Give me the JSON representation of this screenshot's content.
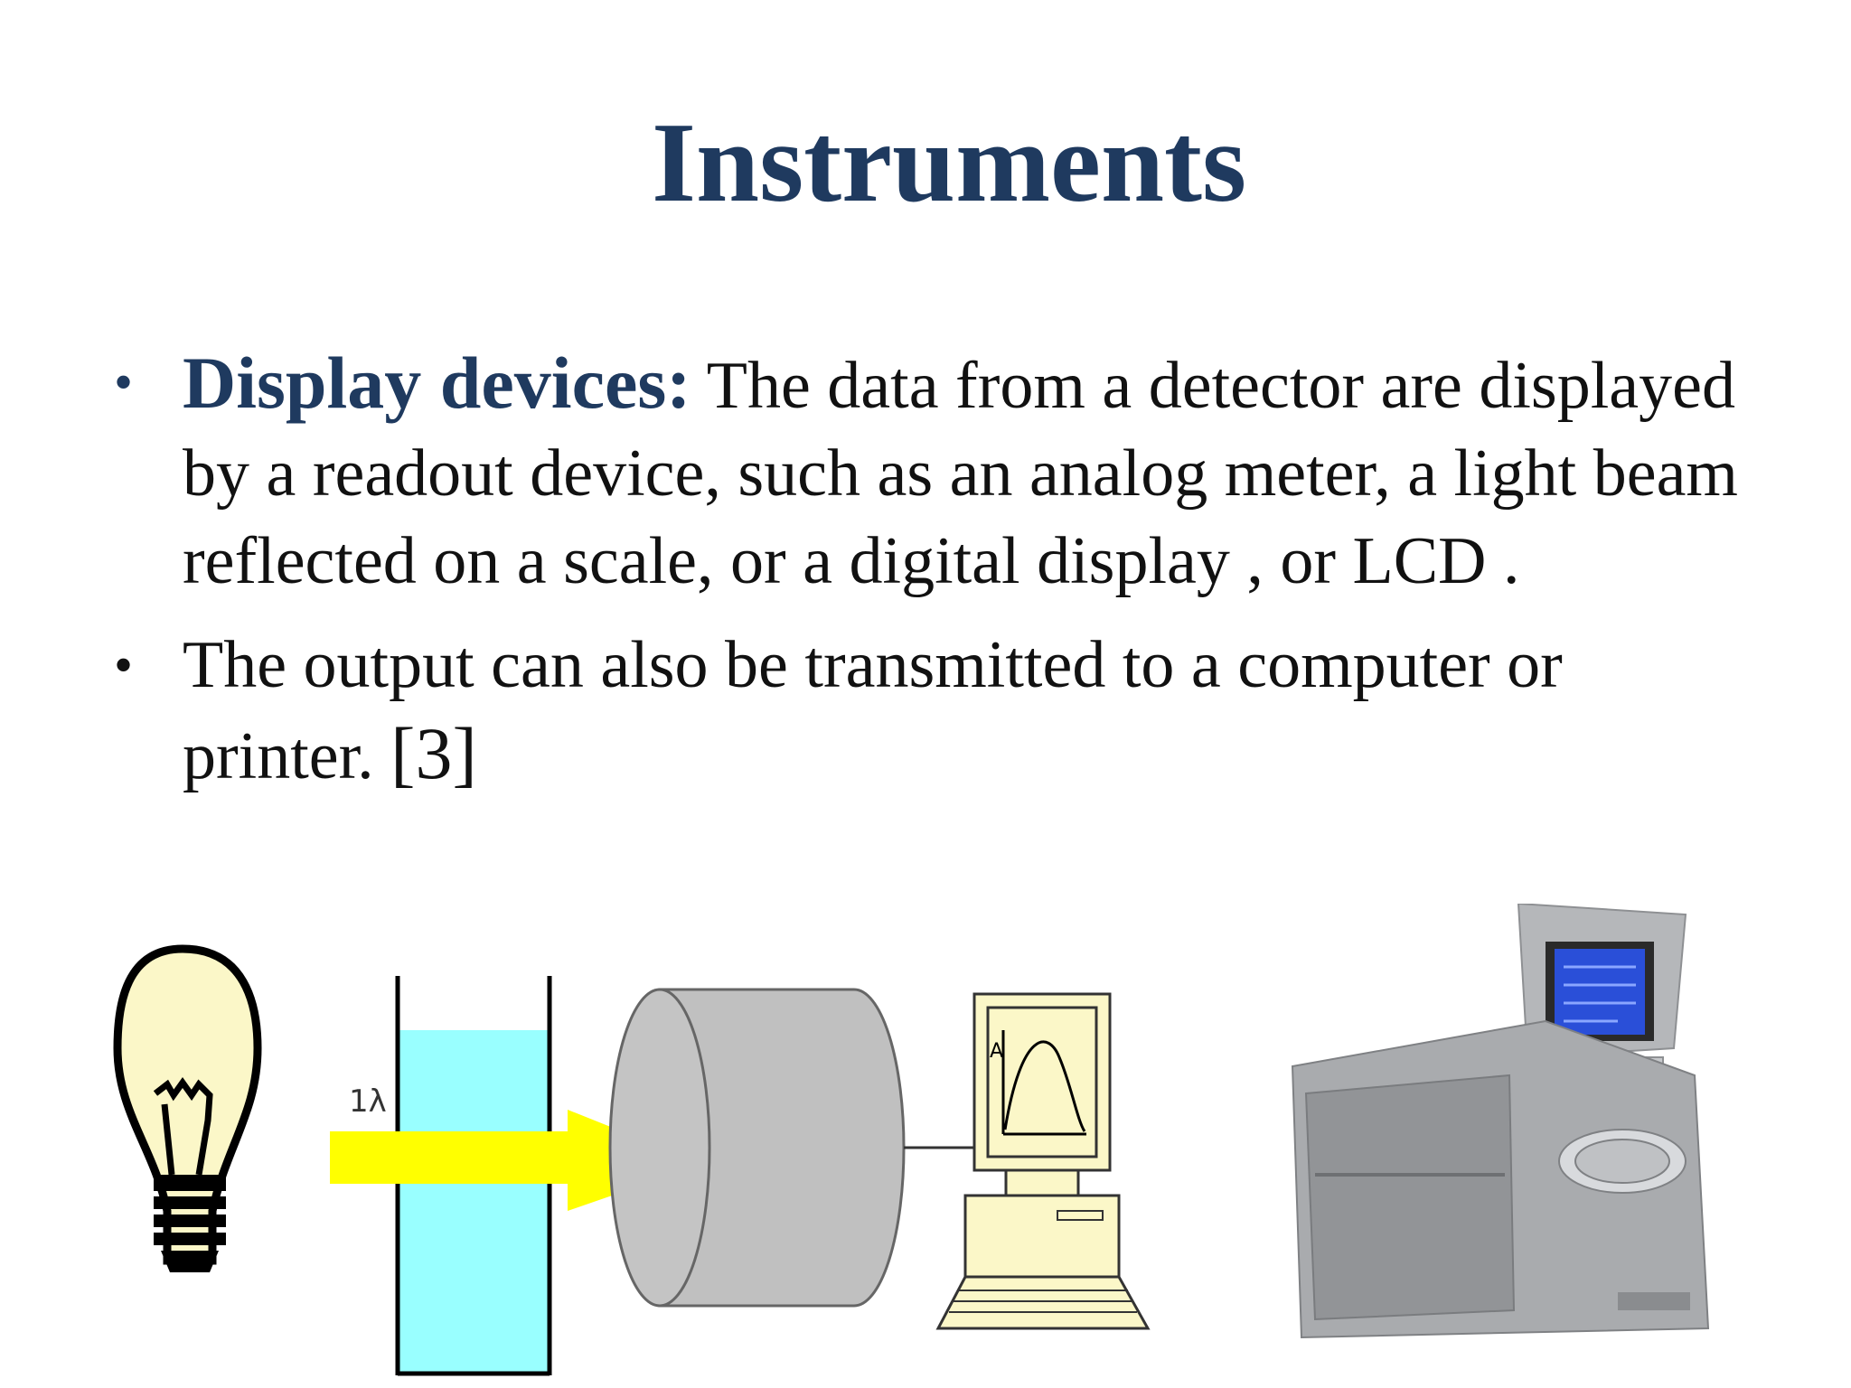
{
  "slide": {
    "title": "Instruments",
    "bullets": [
      {
        "lead": "Display devices:",
        "text": " The data from a detector are displayed by a readout device, such as an analog meter, a light beam reflected on a scale, or a digital display , or LCD ."
      },
      {
        "lead": "",
        "text": "The output can also be transmitted to a computer or printer. ",
        "ref": "[3]"
      }
    ]
  },
  "diagram": {
    "beam_label": "1λ",
    "graph_axis_label": "A",
    "colors": {
      "bulb_fill": "#fbf7c8",
      "cuvette_fill": "#99ffff",
      "beam": "#ffff00",
      "detector": "#c0c0c0",
      "computer": "#fbf7c8"
    },
    "icons": [
      "light-bulb-icon",
      "cuvette-icon",
      "light-beam-arrow-icon",
      "detector-icon",
      "computer-icon"
    ]
  },
  "instrument_photo": {
    "icon": "spectrophotometer-photo-icon",
    "colors": {
      "body": "#a9abae",
      "screen": "#2a4fd8"
    }
  }
}
